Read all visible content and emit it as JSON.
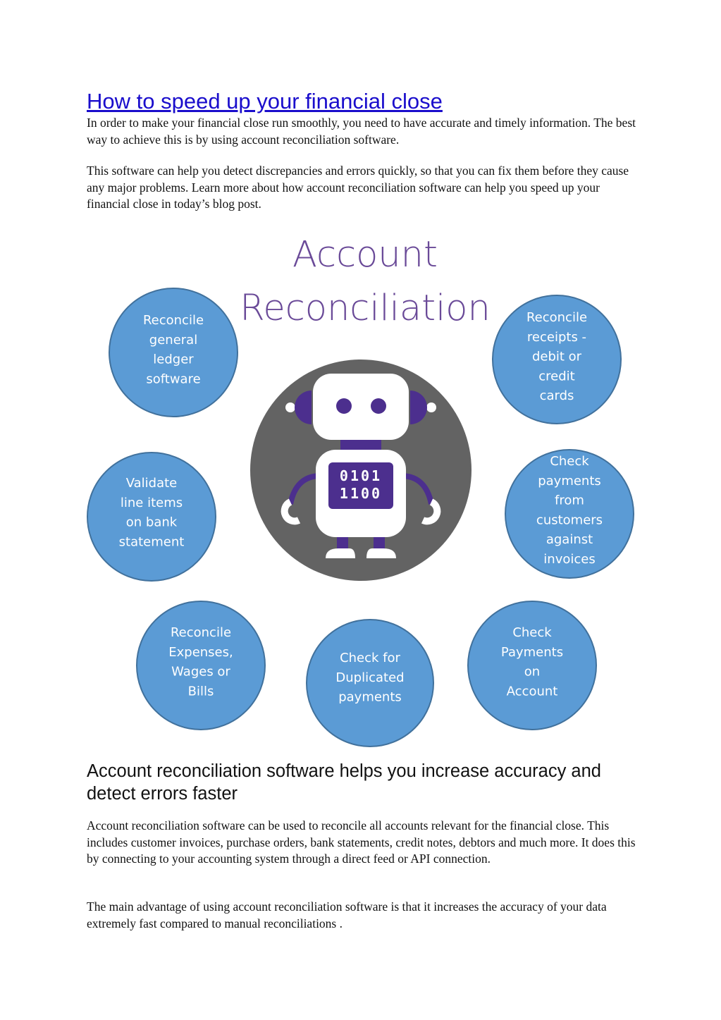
{
  "title": "How to speed up your financial close",
  "intro": [
    "In order to make your financial close run smoothly, you need to have accurate and timely information. The best way to achieve this is by using account reconciliation software.",
    "This software can help you detect discrepancies and errors quickly, so that you can fix them before they cause any major problems. Learn more about how account reconciliation software can help you speed up your financial close in today’s blog post."
  ],
  "infographic": {
    "title_line1": "Account",
    "title_line2": "Reconciliation",
    "robot_code_line1": "0101",
    "robot_code_line2": "1100",
    "circles": [
      {
        "lines": [
          "Reconcile",
          "general",
          "ledger",
          "software"
        ]
      },
      {
        "lines": [
          "Reconcile",
          "receipts -",
          "debit or",
          "credit",
          "cards"
        ]
      },
      {
        "lines": [
          "Validate",
          "line items",
          "on bank",
          "statement"
        ]
      },
      {
        "lines": [
          "Check",
          "payments",
          "from",
          "customers",
          "against",
          "invoices"
        ]
      },
      {
        "lines": [
          "Reconcile",
          "Expenses,",
          "Wages or",
          "Bills"
        ]
      },
      {
        "lines": [
          "Check for",
          "Duplicated",
          "payments"
        ]
      },
      {
        "lines": [
          "Check",
          "Payments",
          "on",
          "Account"
        ]
      }
    ],
    "colors": {
      "circle": "#5b9bd5",
      "circle_border": "#41719c",
      "robot_bg": "#636363",
      "robot_accent": "#4c2f8e",
      "title": "#6a4a98"
    }
  },
  "section_heading": "Account reconciliation software helps you increase accuracy and detect errors faster",
  "body": [
    "Account reconciliation software can be used to reconcile all accounts relevant for the financial close. This includes customer invoices, purchase orders, bank statements, credit notes, debtors and much more. It does this by connecting to your accounting system through a direct feed or API connection.",
    "The main advantage of using account reconciliation software is that it increases the accuracy of your data extremely fast compared to manual reconciliations ."
  ]
}
